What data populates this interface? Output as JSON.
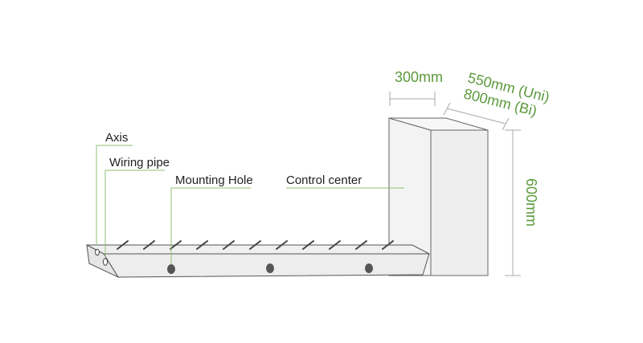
{
  "labels": {
    "axis": "Axis",
    "wiring_pipe": "Wiring pipe",
    "mounting_hole": "Mounting Hole",
    "control_center": "Control center"
  },
  "dimensions": {
    "width": "300mm",
    "depth_uni": "550mm (Uni)",
    "depth_bi": "800mm (Bi)",
    "height": "600mm"
  },
  "colors": {
    "accent_green": "#5b9a3c",
    "outline": "#555555",
    "fill_gray": "#eeeeee"
  }
}
